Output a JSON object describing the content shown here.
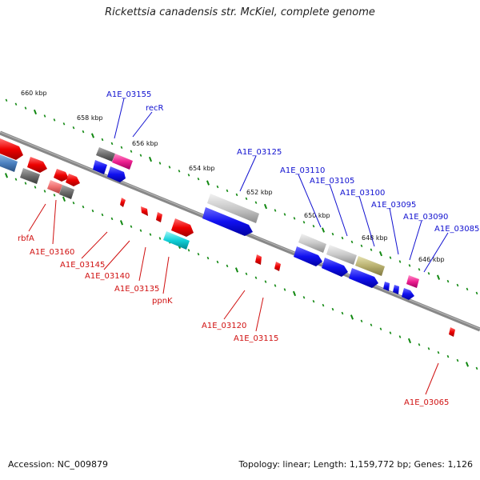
{
  "title": "Rickettsia canadensis str. McKiel, complete genome",
  "footer": {
    "accession": "Accession: NC_009879",
    "summary": "Topology: linear; Length: 1,159,772 bp; Genes: 1,126"
  },
  "scale_ticks": [
    "660 kbp",
    "658 kbp",
    "656 kbp",
    "654 kbp",
    "652 kbp",
    "650 kbp",
    "648 kbp",
    "646 kbp"
  ],
  "genes_forward": [
    "A1E_03155",
    "recR",
    "A1E_03125",
    "A1E_03110",
    "A1E_03105",
    "A1E_03100",
    "A1E_03095",
    "A1E_03090",
    "A1E_03085"
  ],
  "genes_reverse": [
    "rbfA",
    "A1E_03160",
    "A1E_03145",
    "A1E_03140",
    "A1E_03135",
    "ppnK",
    "A1E_03120",
    "A1E_03115",
    "A1E_03065"
  ],
  "colors": {
    "forward_label": "#1010d0",
    "reverse_label": "#d01010",
    "forward_gene": "#0000ee",
    "reverse_gene": "#ee0000",
    "tick_dot": "#118811",
    "backbone": "#888888"
  }
}
